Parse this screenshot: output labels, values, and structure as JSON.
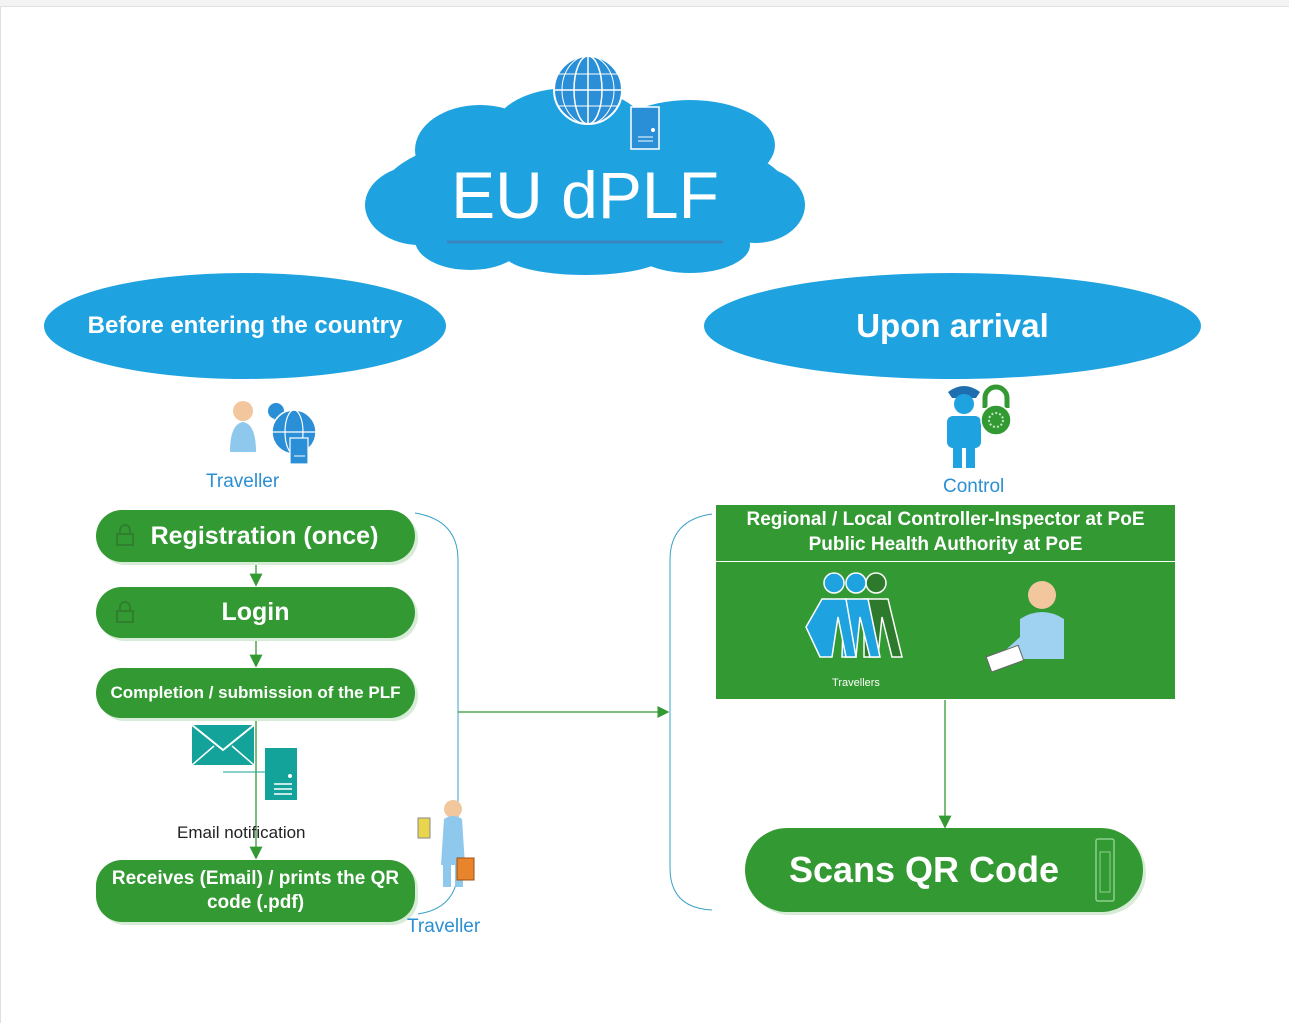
{
  "cloud": {
    "title": "EU dPLF"
  },
  "left": {
    "header": "Before entering the country",
    "traveller_label": "Traveller",
    "steps": [
      {
        "label": "Registration (once)",
        "locked": true
      },
      {
        "label": "Login",
        "locked": true
      },
      {
        "label": "Completion / submission of the PLF",
        "locked": false
      }
    ],
    "email_label": "Email notification",
    "final_step": "Receives (Email) / prints the QR code (.pdf)",
    "traveller_label_2": "Traveller"
  },
  "right": {
    "header": "Upon arrival",
    "control_label": "Control",
    "authority_line1": "Regional / Local Controller-Inspector at PoE",
    "authority_line2": "Public Health Authority at PoE",
    "travellers_label": "Travellers",
    "scan_label": "Scans QR Code"
  },
  "colors": {
    "green": "#339933",
    "blue": "#1fa3e0",
    "teal": "#14a39a",
    "caption_blue": "#2b8fd3"
  }
}
